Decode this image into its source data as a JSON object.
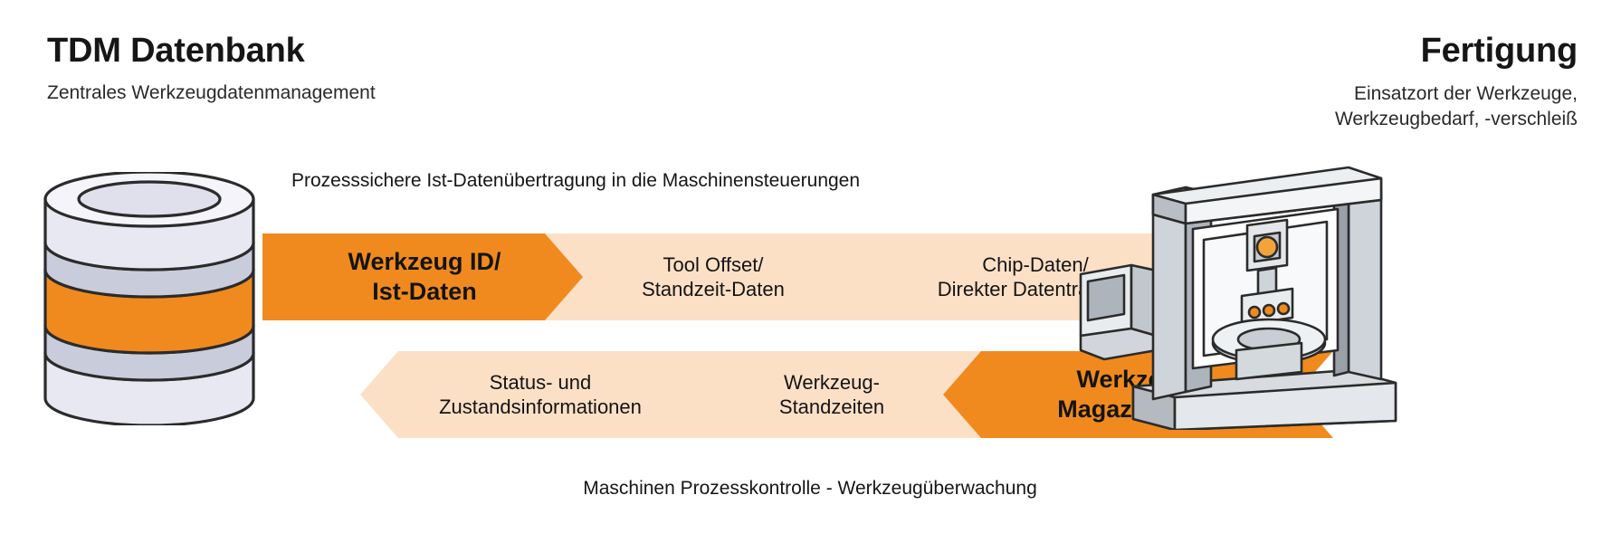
{
  "left_header": {
    "title": "TDM Datenbank",
    "subtitle": "Zentrales Werkzeugdatenmanagement"
  },
  "right_header": {
    "title": "Fertigung",
    "subtitle_line1": "Einsatzort der Werkzeuge,",
    "subtitle_line2": "Werkzeugbedarf, -verschleiß"
  },
  "captions": {
    "top": "Prozesssichere Ist-Datenübertragung in die Maschinensteuerungen",
    "bottom": "Maschinen Prozesskontrolle - Werkzeugüberwachung"
  },
  "flow_top": {
    "direction": "right",
    "steps": [
      {
        "label": "Werkzeug ID/\nIst-Daten",
        "emphasis": true
      },
      {
        "label": "Tool Offset/\nStandzeit-Daten",
        "emphasis": false
      },
      {
        "label": "Chip-Daten/\nDirekter Datentransfer",
        "emphasis": false
      }
    ]
  },
  "flow_bottom": {
    "direction": "left",
    "steps": [
      {
        "label": "Status- und\nZustandsinformationen",
        "emphasis": false
      },
      {
        "label": "Werkzeug-\nStandzeiten",
        "emphasis": false
      },
      {
        "label": "Werkzeug-\nMagazindaten",
        "emphasis": true
      }
    ]
  },
  "icons": {
    "database": "database-cylinder-icon",
    "machine": "cnc-machine-icon"
  },
  "colors": {
    "accent_orange": "#f08a1e",
    "light_orange": "#fbe0c6",
    "text": "#161616",
    "outline": "#2b2b2b",
    "db_body": "#e6e6f0",
    "db_shadow": "#b9bccd",
    "machine_light": "#eceff1",
    "machine_mid": "#c8ccd2",
    "machine_dark": "#9aa0a8",
    "background": "#ffffff"
  }
}
